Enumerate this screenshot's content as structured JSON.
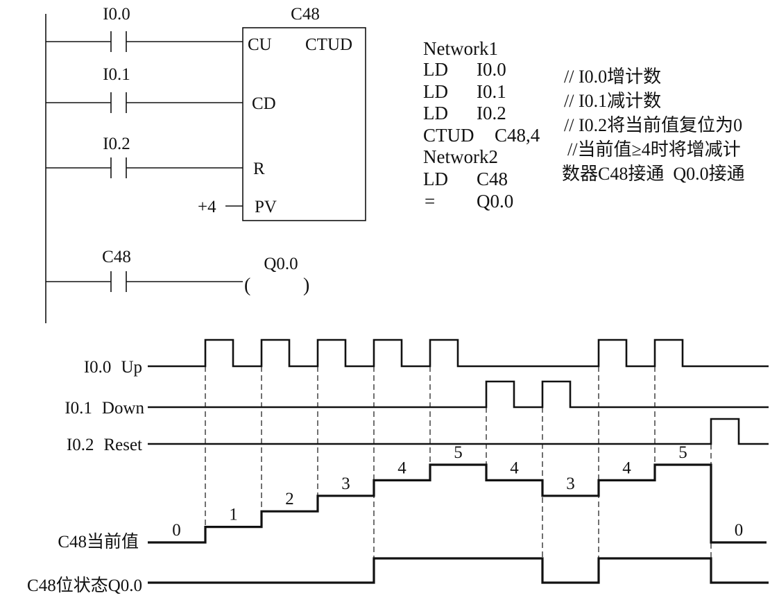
{
  "ladder": {
    "contacts": [
      "I0.0",
      "I0.1",
      "I0.2",
      "C48"
    ],
    "counter_name": "C48",
    "counter_type": "CTUD",
    "pins": {
      "cu": "CU",
      "cd": "CD",
      "r": "R",
      "pv": "PV"
    },
    "preset": "+4",
    "coil": "Q0.0",
    "coil_open": "(",
    "coil_close": ")"
  },
  "program": {
    "network1": "Network1",
    "network1_lines": [
      {
        "op": "LD",
        "arg": "I0.0"
      },
      {
        "op": "LD",
        "arg": "I0.1"
      },
      {
        "op": "LD",
        "arg": "I0.2"
      },
      {
        "op": "CTUD",
        "arg": "C48,4"
      }
    ],
    "network2": "Network2",
    "network2_lines": [
      {
        "op": "LD",
        "arg": "C48"
      },
      {
        "op": "=",
        "arg": "Q0.0"
      }
    ]
  },
  "comments": [
    "// I0.0增计数",
    "// I0.1减计数",
    "// I0.2将当前值复位为0",
    "//当前值≥4时将增减计",
    "数器C48接通  Q0.0接通"
  ],
  "timing": {
    "signals": [
      {
        "name": "I0.0",
        "desc": "Up"
      },
      {
        "name": "I0.1",
        "desc": "Down"
      },
      {
        "name": "I0.2",
        "desc": "Reset"
      }
    ],
    "counter_label": "C48当前值",
    "output_label": "C48位状态Q0.0",
    "initial_count": 0,
    "initial_q": 0,
    "events": [
      {
        "input": 0,
        "count": 1,
        "q": 0
      },
      {
        "input": 0,
        "count": 2,
        "q": 0
      },
      {
        "input": 0,
        "count": 3,
        "q": 0
      },
      {
        "input": 0,
        "count": 4,
        "q": 1
      },
      {
        "input": 0,
        "count": 5,
        "q": 1
      },
      {
        "input": 1,
        "count": 4,
        "q": 1
      },
      {
        "input": 1,
        "count": 3,
        "q": 0
      },
      {
        "input": 0,
        "count": 4,
        "q": 1
      },
      {
        "input": 0,
        "count": 5,
        "q": 1
      },
      {
        "input": 2,
        "count": 0,
        "q": 0
      }
    ]
  }
}
